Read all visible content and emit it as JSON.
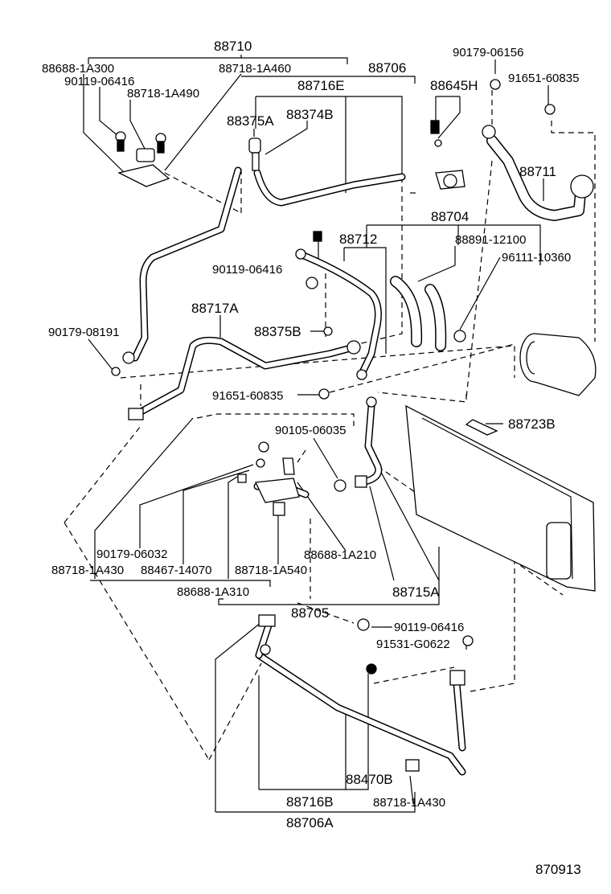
{
  "diagram": {
    "figure_code": "870913",
    "labels": {
      "p88710": "88710",
      "p88688_1A300": "88688-1A300",
      "p88718_1A460": "88718-1A460",
      "p88706": "88706",
      "p90179_06156": "90179-06156",
      "p91651_60835_top": "91651-60835",
      "p90119_06416_a": "90119-06416",
      "p88718_1A490": "88718-1A490",
      "p88716E": "88716E",
      "p88645H": "88645H",
      "p88375A": "88375A",
      "p88374B": "88374B",
      "p88711": "88711",
      "p88704": "88704",
      "p88712": "88712",
      "p88891_12100": "88891-12100",
      "p90119_06416_b": "90119-06416",
      "p96111_10360": "96111-10360",
      "p88717A": "88717A",
      "p88375B": "88375B",
      "p90179_08191": "90179-08191",
      "p91651_60835_mid": "91651-60835",
      "p90105_06035": "90105-06035",
      "p88723B": "88723B",
      "p90179_06032": "90179-06032",
      "p88688_1A210": "88688-1A210",
      "p88718_1A430_a": "88718-1A430",
      "p88467_14070": "88467-14070",
      "p88718_1A540": "88718-1A540",
      "p88688_1A310": "88688-1A310",
      "p88715A": "88715A",
      "p88705": "88705",
      "p90119_06416_c": "90119-06416",
      "p91531_G0622": "91531-G0622",
      "p88470B": "88470B",
      "p88716B": "88716B",
      "p88718_1A430_b": "88718-1A430",
      "p88706A": "88706A"
    }
  }
}
